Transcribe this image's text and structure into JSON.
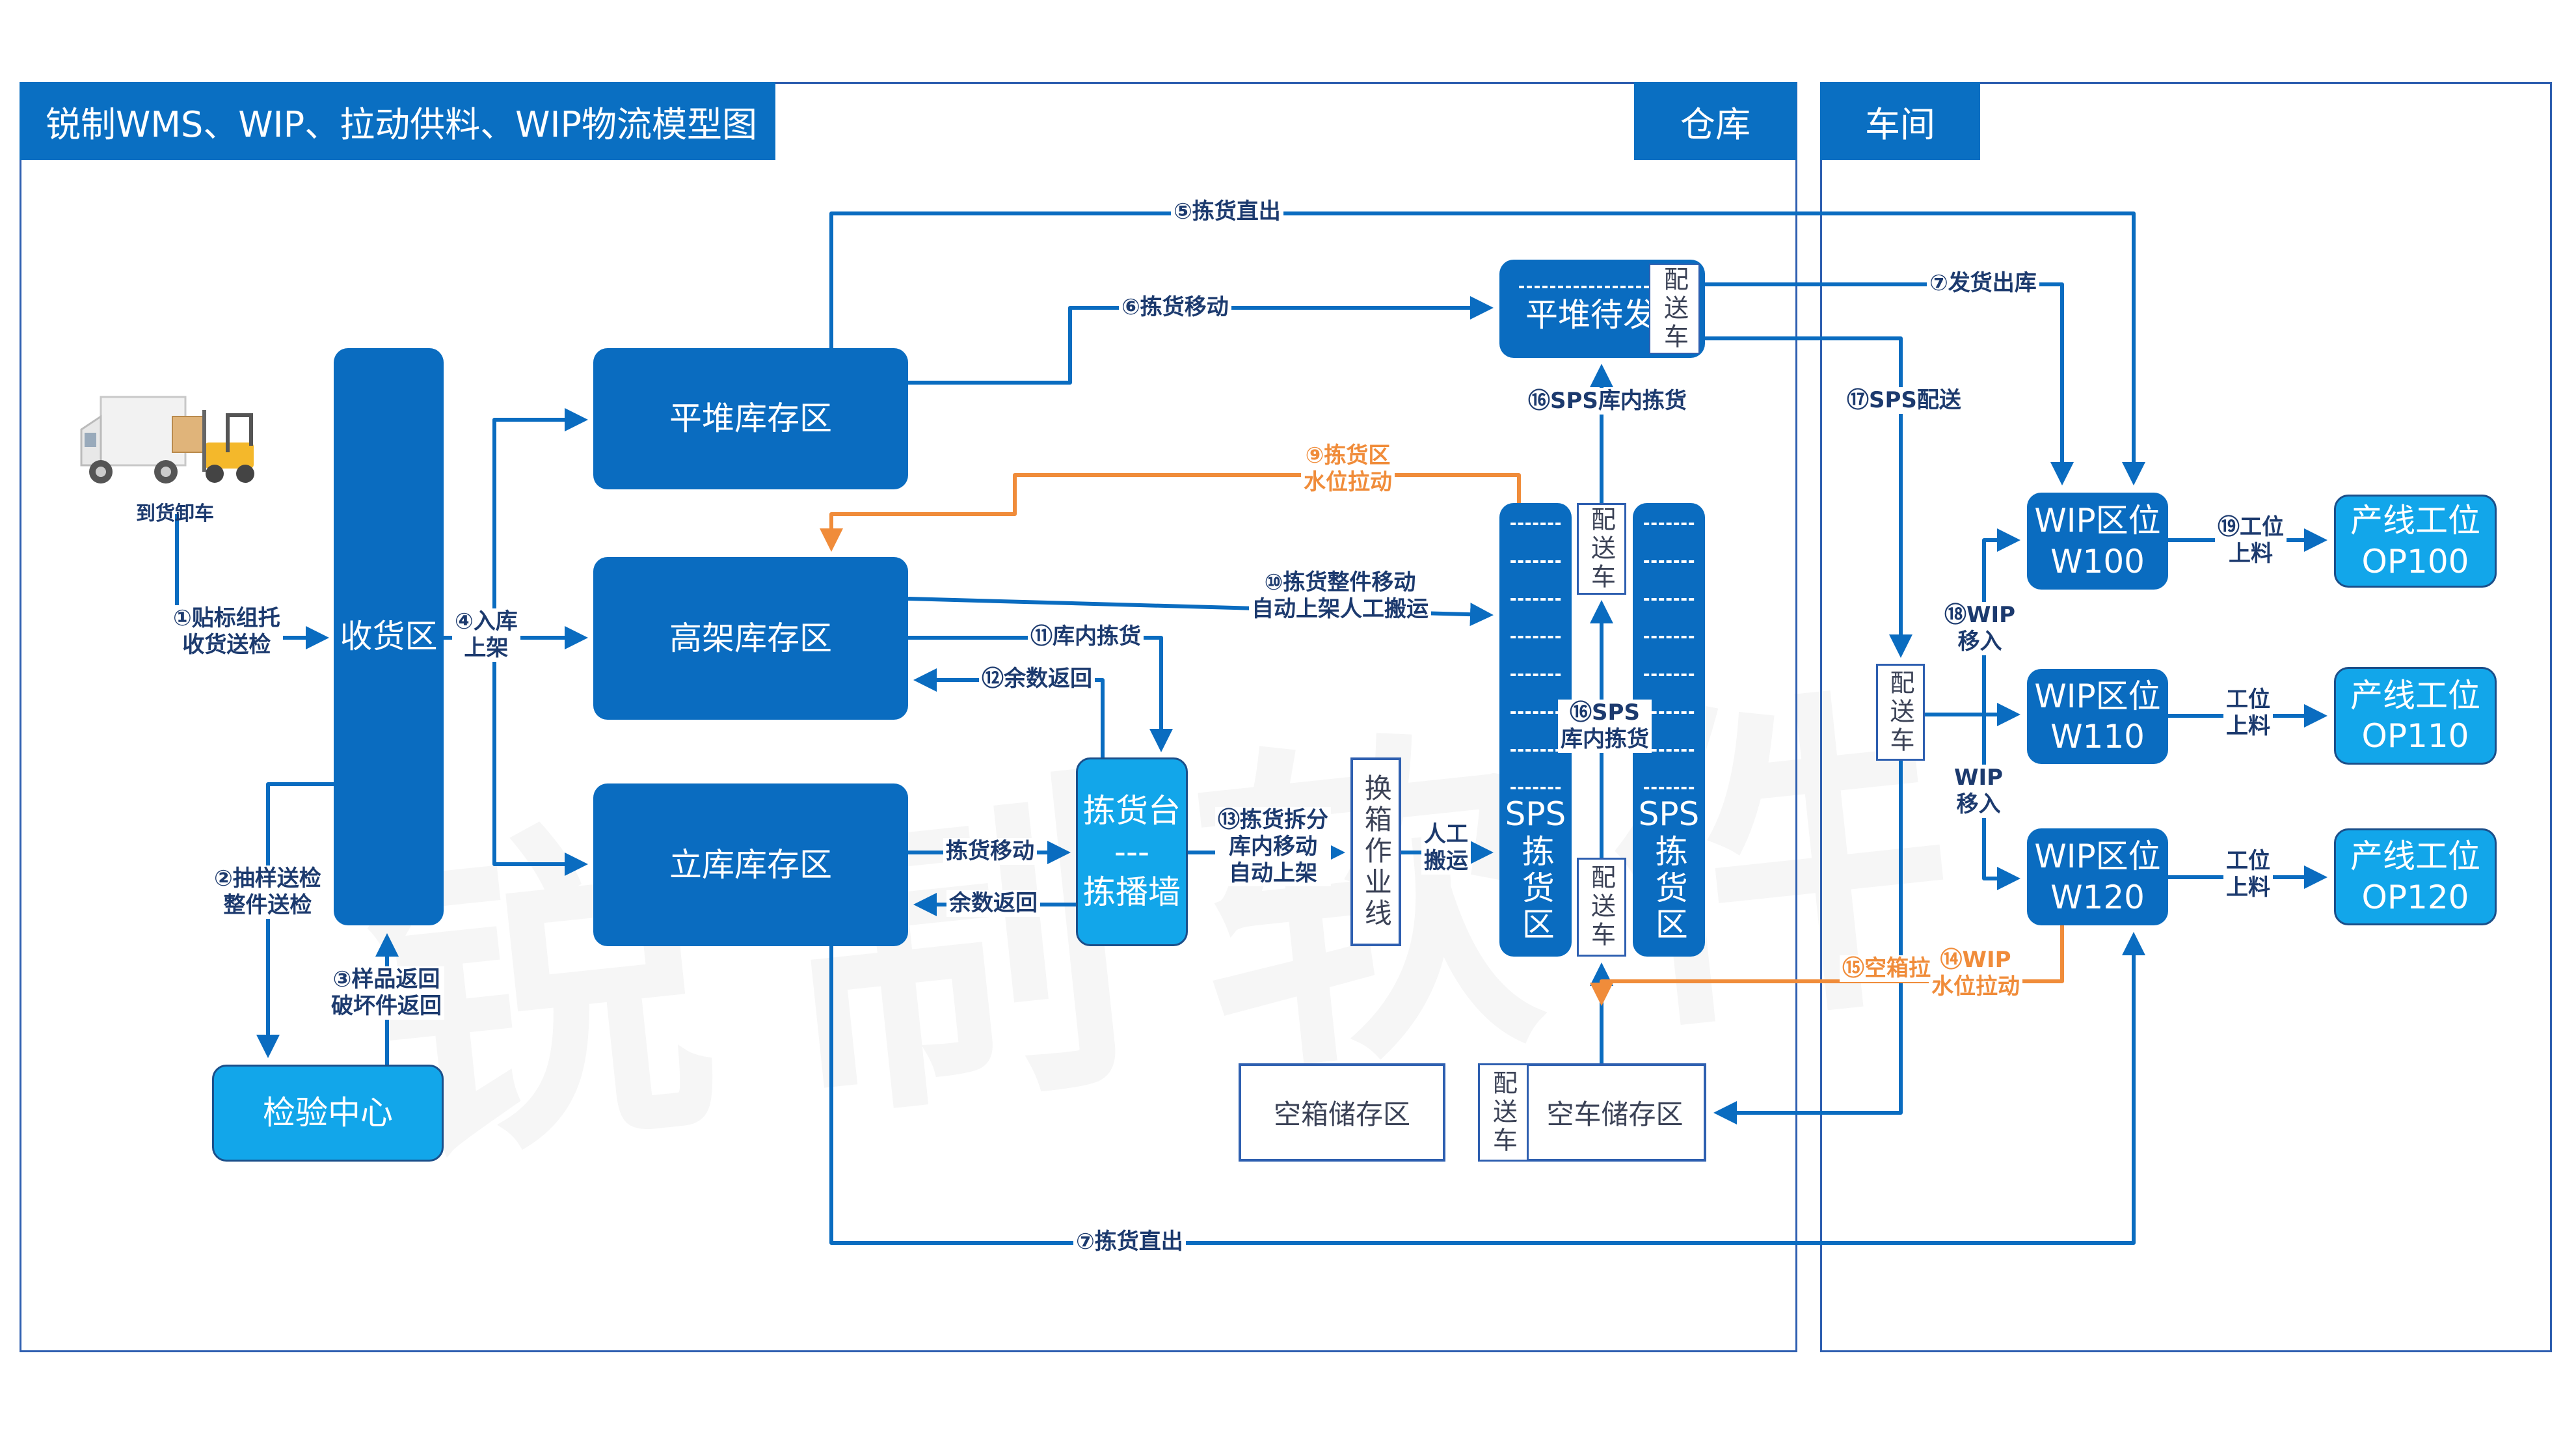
{
  "title": "锐制WMS、WIP、拉动供料、WIP物流模型图",
  "sections": {
    "warehouse": "仓库",
    "workshop": "车间"
  },
  "watermark": "锐制软件",
  "colors": {
    "primary_blue": "#0a6cc0",
    "light_blue": "#12a6ea",
    "pull_orange": "#f08c3a",
    "label_navy": "#1c3a6e"
  },
  "truck": {
    "icon": "truck-forklift-icon",
    "caption": "到货卸车"
  },
  "nodes": {
    "receiving": "收货区",
    "flat_stock": "平堆库存区",
    "high_rack": "高架库存区",
    "auto_stock": "立库库存区",
    "inspection": "检验中心",
    "pick_station_top": "拣货台",
    "pick_station_sep": "---",
    "pick_station_bottom": "拣播墙",
    "box_change_line": "换箱作业线",
    "sps_left": "SPS拣货区",
    "sps_right": "SPS拣货区",
    "sps_left_top": "SPS",
    "sps_left_bottom": "拣货区",
    "sps_right_top": "SPS",
    "sps_right_bottom": "拣货区",
    "cart_top": "配送车",
    "cart_bottom": "配送车",
    "flat_pending": "平堆待发",
    "flat_pending_cart": "配送车",
    "empty_box_storage": "空箱储存区",
    "empty_cart_storage": "空车储存区",
    "empty_cart_tag": "配送车",
    "workshop_cart": "配送车",
    "wip": [
      {
        "line1": "WIP区位",
        "line2": "W100"
      },
      {
        "line1": "WIP区位",
        "line2": "W110"
      },
      {
        "line1": "WIP区位",
        "line2": "W120"
      }
    ],
    "op": [
      {
        "line1": "产线工位",
        "line2": "OP100"
      },
      {
        "line1": "产线工位",
        "line2": "OP110"
      },
      {
        "line1": "产线工位",
        "line2": "OP120"
      }
    ]
  },
  "flows": {
    "f1_line1": "①贴标组托",
    "f1_line2": "收货送检",
    "f2_line1": "②抽样送检",
    "f2_line2": "整件送检",
    "f3_line1": "③样品返回",
    "f3_line2": "破坏件返回",
    "f4_line1": "④入库",
    "f4_line2": "上架",
    "f5": "⑤拣货直出",
    "f6": "⑥拣货移动",
    "f7_ship": "⑦发货出库",
    "f7_direct": "⑦拣货直出",
    "f9_line1": "⑨拣货区",
    "f9_line2": "水位拉动",
    "f10_line1": "⑩拣货整件移动",
    "f10_line2": "自动上架人工搬运",
    "f11": "⑪库内拣货",
    "f12": "⑫余数返回",
    "pick_move": "拣货移动",
    "remainder_return": "余数返回",
    "f13_line1": "⑬拣货拆分",
    "f13_line2": "库内移动",
    "f13_line3": "自动上架",
    "manual_line1": "人工",
    "manual_line2": "搬运",
    "f14_line1": "⑭WIP",
    "f14_line2": "水位拉动",
    "f15": "⑮空箱拉",
    "f16_top": "⑯SPS库内拣货",
    "f16_mid_line1": "⑯SPS",
    "f16_mid_line2": "库内拣货",
    "f17": "⑰SPS配送",
    "f18_line1": "⑱WIP",
    "f18_line2": "移入",
    "wip_in_line1": "WIP",
    "wip_in_line2": "移入",
    "f19_line1": "⑲工位",
    "f19_line2": "上料",
    "feed_line1": "工位",
    "feed_line2": "上料"
  }
}
